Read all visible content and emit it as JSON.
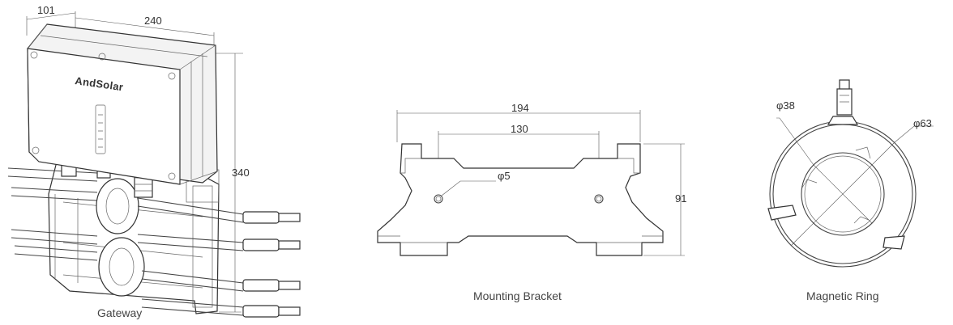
{
  "gateway": {
    "caption": "Gateway",
    "brand_logo": "AndSolar",
    "dim_depth": "101",
    "dim_width": "240",
    "dim_height": "340"
  },
  "bracket": {
    "caption": "Mounting Bracket",
    "dim_outer_width": "194",
    "dim_hole_spacing": "130",
    "dim_hole_dia": "φ5",
    "dim_height": "91"
  },
  "ring": {
    "caption": "Magnetic Ring",
    "dim_inner_dia": "φ38",
    "dim_outer_dia": "φ63"
  },
  "colors": {
    "line": "#444444",
    "text": "#333333",
    "background": "#ffffff"
  }
}
